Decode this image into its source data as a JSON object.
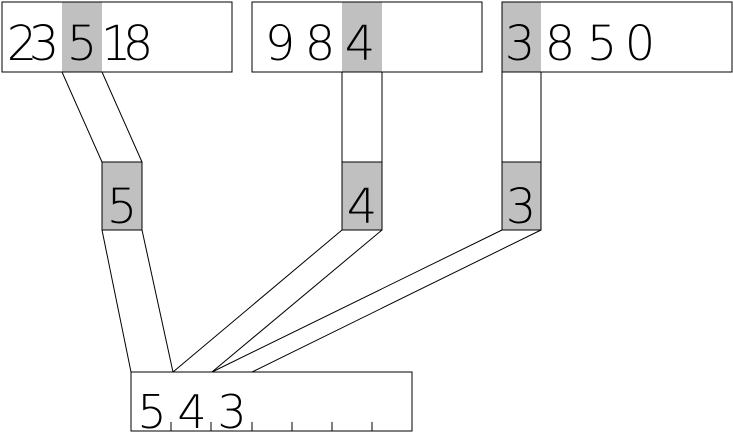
{
  "numbers": [
    {
      "digits": [
        "2",
        "3",
        "5",
        "1",
        "8"
      ],
      "selected_index": 2
    },
    {
      "digits": [
        "9",
        "8",
        "4"
      ],
      "selected_index": 2
    },
    {
      "digits": [
        "3",
        "8",
        "5",
        "0"
      ],
      "selected_index": 0
    }
  ],
  "extracted_digits": [
    "5",
    "4",
    "3"
  ],
  "result": {
    "digits": [
      "5",
      "4",
      "3"
    ],
    "slot_count": 7
  },
  "colors": {
    "highlight": "#c0c0c0",
    "stroke": "#000000",
    "background": "#ffffff"
  }
}
